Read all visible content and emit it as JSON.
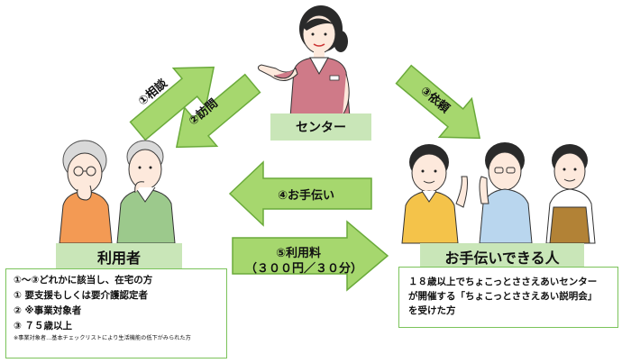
{
  "center": {
    "label": "センター"
  },
  "users": {
    "label": "利用者"
  },
  "helpers": {
    "label": "お手伝いできる人"
  },
  "arrows": {
    "consult": "①相談",
    "visit": "②訪問",
    "request": "③依頼",
    "help": "④お手伝い",
    "fee_line1": "⑤利用料",
    "fee_line2": "（３００円／３０分）"
  },
  "user_conditions": {
    "line1": "①～③どれかに該当し、在宅の方",
    "line2": "① 要支援もしくは要介護認定者",
    "line3": "② ※事業対象者",
    "line4": "③ ７５歳以上",
    "footnote": "※事業対象者…基本チェックリストにより生活機能の低下がみられた方"
  },
  "helper_conditions": {
    "line1": "１８歳以上でちょこっとささえあいセンター",
    "line2": "が開催する「ちょこっとささえあい説明会」",
    "line3": "を受けた方"
  },
  "colors": {
    "arrow_green": "#a6d76e",
    "arrow_border": "#6aaa3a",
    "label_bg": "#c9e6b8",
    "box_border": "#7bc35a"
  }
}
